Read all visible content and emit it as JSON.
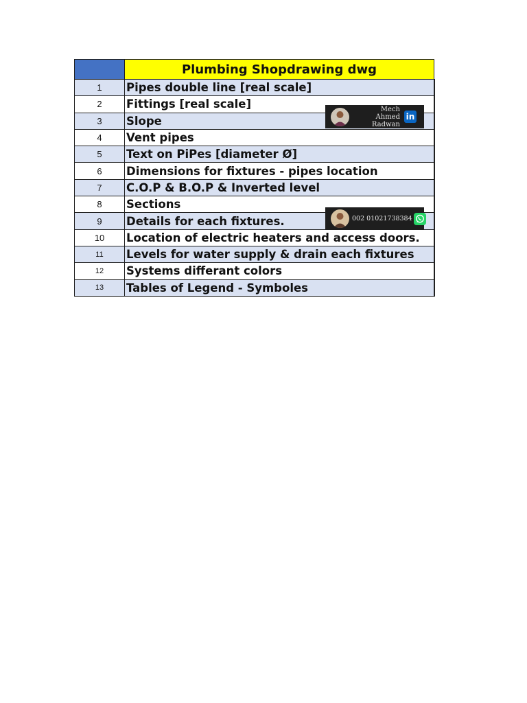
{
  "sheet": {
    "title": "Plumbing Shopdrawing dwg",
    "rows": [
      {
        "num": "1",
        "text": "Pipes double line [real scale]"
      },
      {
        "num": "2",
        "text": "Fittings [real scale]"
      },
      {
        "num": "3",
        "text": "Slope"
      },
      {
        "num": "4",
        "text": "Vent pipes"
      },
      {
        "num": "5",
        "text": "Text on PiPes [diameter Ø]"
      },
      {
        "num": "6",
        "text": "Dimensions for fixtures - pipes location"
      },
      {
        "num": "7",
        "text": "C.O.P & B.O.P & Inverted level"
      },
      {
        "num": "8",
        "text": "Sections"
      },
      {
        "num": "9",
        "text": "Details for each fixtures."
      },
      {
        "num": "10",
        "text": "Location of electric heaters and access doors."
      },
      {
        "num": "11",
        "text": "Levels for water supply & drain each fixtures"
      },
      {
        "num": "12",
        "text": "Systems differant colors"
      },
      {
        "num": "13",
        "text": "Tables of Legend - Symboles"
      }
    ]
  },
  "badges": {
    "linkedin": {
      "name_line1": "Mech Ahmed",
      "name_line2": "Radwan",
      "icon": "linkedin-icon",
      "logo_text": "in"
    },
    "whatsapp": {
      "phone": "002 01021738384",
      "icon": "whatsapp-icon"
    }
  },
  "colors": {
    "header_title_bg": "#ffff00",
    "header_num_bg": "#4472c4",
    "row_shade": "#d9e1f2",
    "badge_bg": "#1e1e1e",
    "linkedin_blue": "#0a66c2",
    "whatsapp_green": "#25d366"
  }
}
